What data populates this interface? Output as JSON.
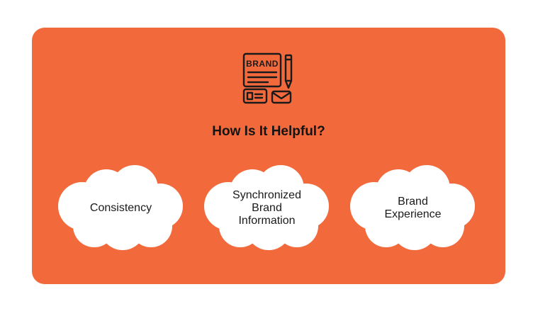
{
  "heading": "How Is It Helpful?",
  "icon": {
    "name": "brand-document-icon",
    "text": "BRAND"
  },
  "clouds": [
    {
      "label": "Consistency"
    },
    {
      "label": "Synchronized\nBrand\nInformation"
    },
    {
      "label": "Brand\nExperience"
    }
  ],
  "colors": {
    "card": "#f26a3c",
    "cloud": "#ffffff",
    "text": "#141414",
    "icon_stroke": "#1a1a1a"
  }
}
